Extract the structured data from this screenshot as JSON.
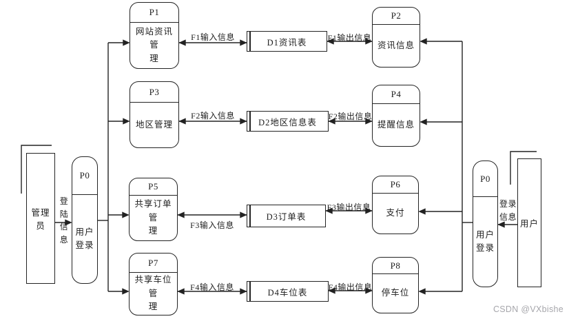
{
  "watermark": "CSDN @VXbishe",
  "colors": {
    "line": "#222222",
    "background": "#ffffff",
    "watermark_text": "#a6a6ab"
  },
  "entities": {
    "admin": {
      "label": "管理员"
    },
    "user": {
      "label": "用户"
    }
  },
  "processes": {
    "p0_left": {
      "id": "P0",
      "name": "用户\n登录"
    },
    "p0_right": {
      "id": "P0",
      "name": "用户\n登录"
    },
    "p1": {
      "id": "P1",
      "name": "网站资讯管\n理"
    },
    "p2": {
      "id": "P2",
      "name": "资讯信息"
    },
    "p3": {
      "id": "P3",
      "name": "地区管理"
    },
    "p4": {
      "id": "P4",
      "name": "提醒信息"
    },
    "p5": {
      "id": "P5",
      "name": "共享订单管\n理"
    },
    "p6": {
      "id": "P6",
      "name": "支付"
    },
    "p7": {
      "id": "P7",
      "name": "共享车位管\n理"
    },
    "p8": {
      "id": "P8",
      "name": "停车位"
    }
  },
  "stores": {
    "d1": {
      "label": "D1资讯表"
    },
    "d2": {
      "label": "D2地区信息表"
    },
    "d3": {
      "label": "D3订单表"
    },
    "d4": {
      "label": "D4车位表"
    }
  },
  "flows": {
    "f1_in": "F1输入信息",
    "f1_out": "F1输出信息",
    "f2_in": "F2输入信息",
    "f2_out": "F2输出信息",
    "f3_in": "F3输入信息",
    "f3_out": "F3输出信息",
    "f4_in": "F4输入信息",
    "f4_out": "F4输出信息",
    "admin_login": "登陆\n信息",
    "user_login": "登录\n信息"
  }
}
